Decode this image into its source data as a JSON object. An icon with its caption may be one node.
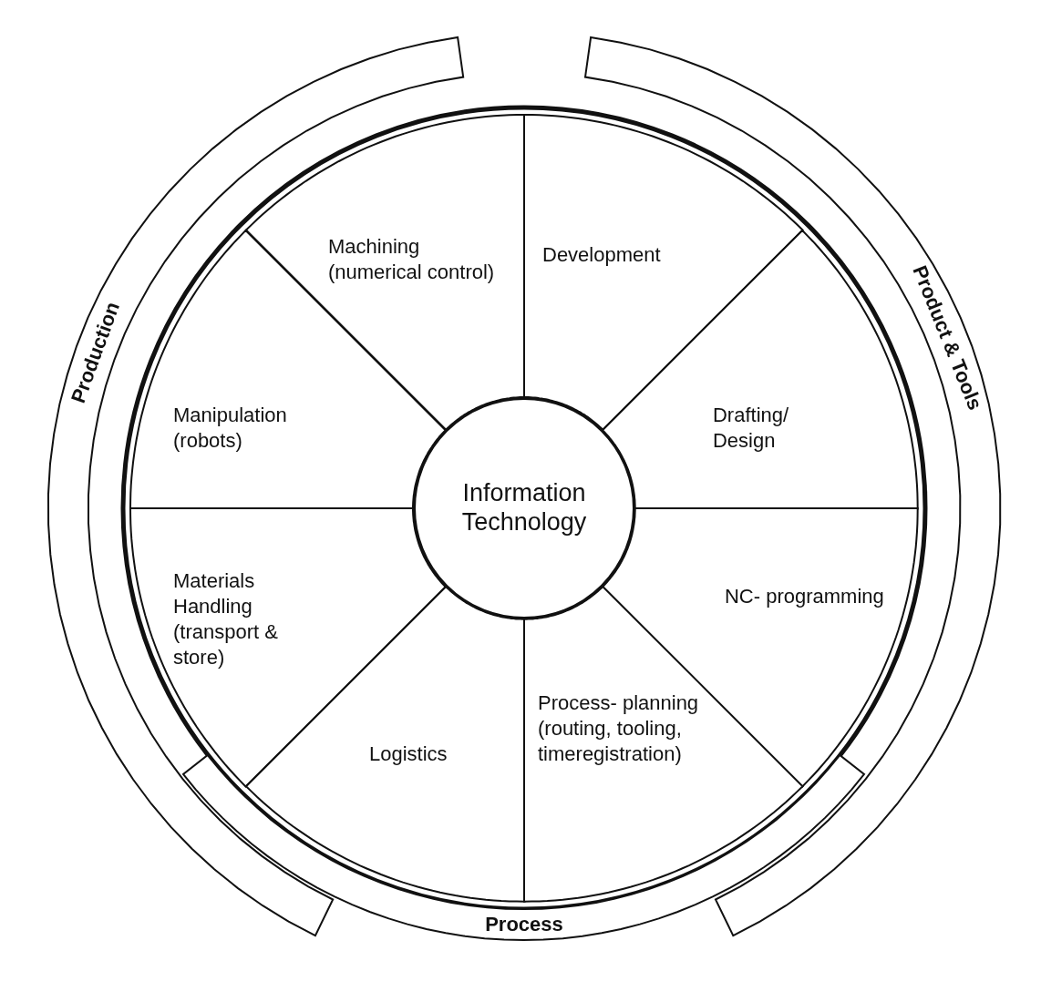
{
  "diagram": {
    "nodes": [
      {
        "text": [
          "Production"
        ]
      },
      {
        "text": [
          "Product & Tools"
        ]
      },
      {
        "text": [
          "Process"
        ]
      },
      {
        "text": [
          "Machining (numerical control)"
        ]
      },
      {
        "text": [
          "Development"
        ]
      },
      {
        "text": [
          "Manipulation (robots)"
        ]
      },
      {
        "text": [
          "Drafting/ Design"
        ]
      },
      {
        "text": [
          "Information Technology"
        ]
      },
      {
        "text": [
          "Materials Handling (transport & store)"
        ]
      },
      {
        "text": [
          "NC- programming"
        ]
      },
      {
        "text": [
          "Logistics"
        ]
      },
      {
        "text": [
          "Process- planning (routing, tooling, timeregistration)"
        ]
      }
    ],
    "edges": []
  }
}
